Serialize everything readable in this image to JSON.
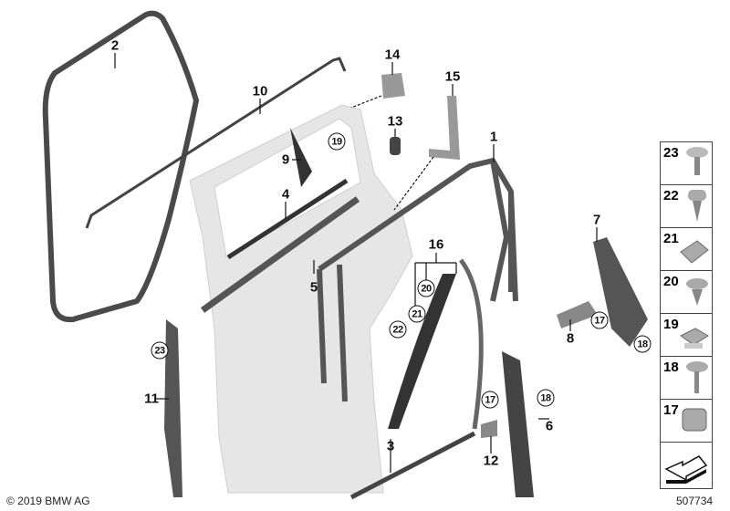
{
  "diagram": {
    "callouts": [
      "1",
      "2",
      "3",
      "4",
      "5",
      "6",
      "7",
      "8",
      "9",
      "10",
      "11",
      "12",
      "13",
      "14",
      "15",
      "16"
    ],
    "circled_callouts": {
      "c19_top": "19",
      "c20": "20",
      "c21": "21",
      "c22": "22",
      "c23": "23",
      "c17_right": "17",
      "c18_right": "18",
      "c17_bottom": "17",
      "c18_bottom": "18"
    },
    "parts_panel": [
      "23",
      "22",
      "21",
      "20",
      "19",
      "18",
      "17"
    ],
    "copyright": "© 2019 BMW AG",
    "diagram_number": "507734"
  }
}
